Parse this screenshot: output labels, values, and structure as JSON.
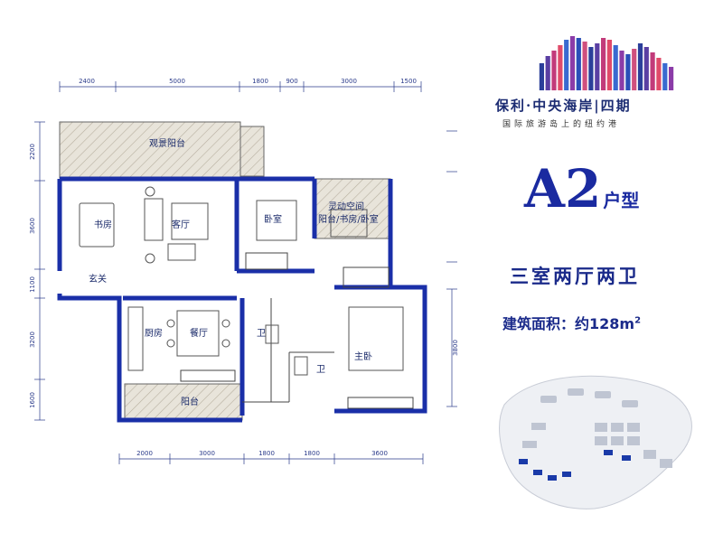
{
  "brand": {
    "name": "保利·中央海岸|四期",
    "tagline": "国际旅游岛上的纽约港",
    "bar_colors": [
      "#2b3f9a",
      "#5a3fa3",
      "#c23b7a",
      "#e04a6a",
      "#3a6ad0",
      "#8b3ca8",
      "#2a4fb8",
      "#d0507e"
    ]
  },
  "unit": {
    "type_code": "A2",
    "type_suffix": "户型",
    "layout": "三室两厅两卫",
    "area_label": "建筑面积：约",
    "area_value": "128m",
    "area_exp": "2"
  },
  "rooms": {
    "view_balcony": "观景阳台",
    "study": "书房",
    "living": "客厅",
    "bedroom": "卧室",
    "flex_space_1": "灵动空间",
    "flex_space_2": "阳台/书房/卧室",
    "entry": "玄关",
    "kitchen": "厨房",
    "dining": "餐厅",
    "bath_1": "卫",
    "bath_2": "卫",
    "master": "主卧",
    "balcony": "阳台"
  },
  "dimensions": {
    "top": [
      "2400",
      "5000",
      "1800",
      "900",
      "3000",
      "1500"
    ],
    "bottom": [
      "2000",
      "3000",
      "1800",
      "1800",
      "3600"
    ],
    "left": [
      "2200",
      "3600",
      "1100",
      "3200",
      "1600"
    ],
    "right": [
      "3800"
    ]
  },
  "colors": {
    "wall": "#1a2fa8",
    "hatch": "#b8b0a0",
    "line": "#2a3a8a"
  }
}
